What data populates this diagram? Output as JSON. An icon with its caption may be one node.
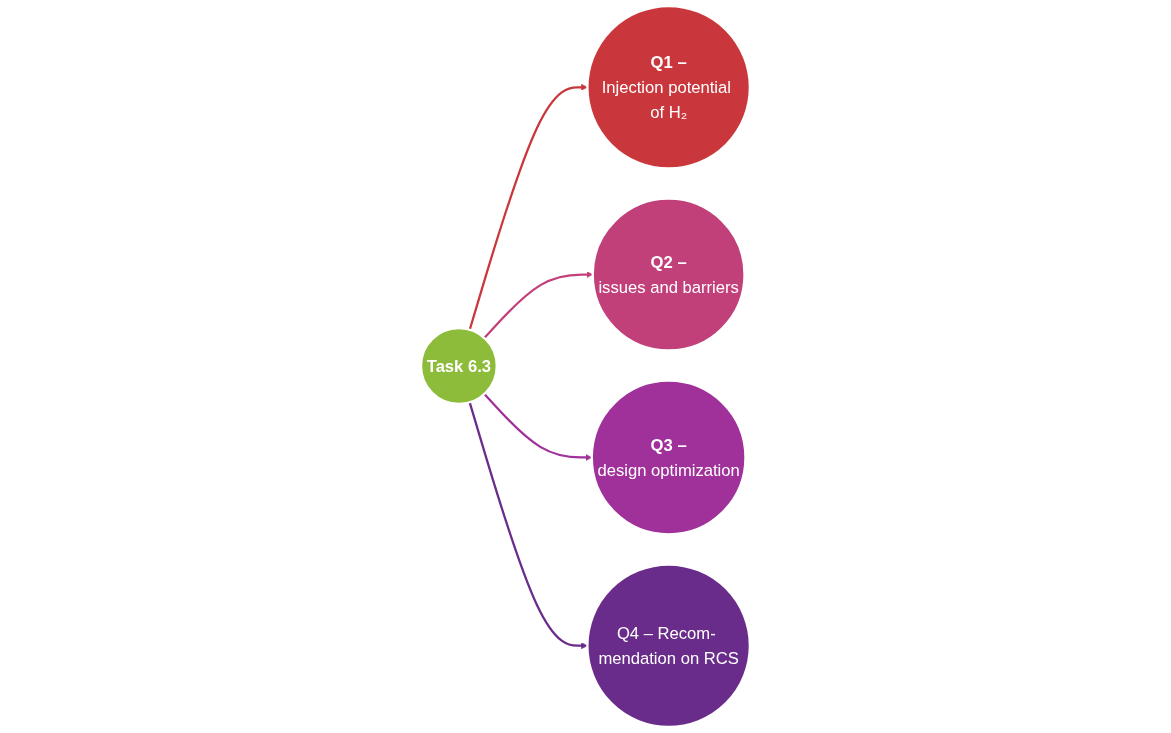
{
  "diagram": {
    "nodes": [
      {
        "text": [
          "Q1 –",
          "Injection potential of H₂"
        ]
      },
      {
        "text": [
          "Q4 – Recom- mendation on RCS"
        ]
      },
      {
        "text": [
          "Task 6.3"
        ]
      },
      {
        "text": [
          "Q2 –",
          "issues and barriers"
        ]
      },
      {
        "text": [
          "Q3 –",
          "design optimization"
        ]
      }
    ],
    "edges": [
      {
        "from": 2,
        "to": 0,
        "arrow": "to",
        "color": "#c9373c"
      },
      {
        "from": 2,
        "to": 3,
        "arrow": "to",
        "color": "#c2407a"
      },
      {
        "from": 2,
        "to": 4,
        "arrow": "to",
        "color": "#a0309a"
      },
      {
        "from": 2,
        "to": 1,
        "arrow": "to",
        "color": "#6a2c8a"
      }
    ]
  }
}
